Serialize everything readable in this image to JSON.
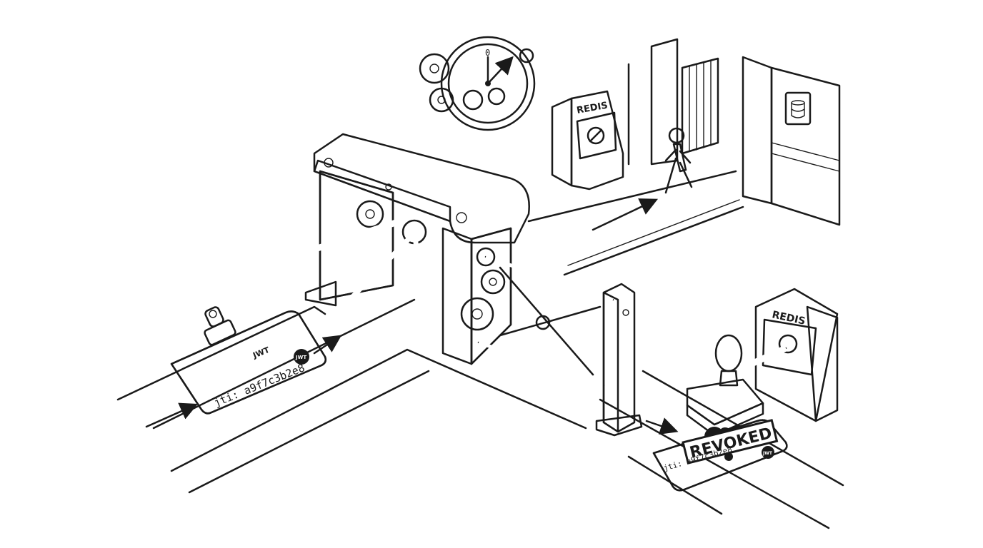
{
  "token_valid": {
    "type_label": "JWT",
    "jti_text": "jti: a9f7c3b2e8",
    "badge_label": "JWT"
  },
  "token_revoked": {
    "jti_text": "jti: a9f7c3b2e8",
    "badge_label": "JWT",
    "stamp_text": "REVOKED"
  },
  "redis_kiosk_allowed": {
    "label": "REDIS"
  },
  "redis_kiosk_revoked": {
    "label": "REDIS"
  },
  "clock": {
    "top_numeral": "0"
  },
  "icons": [
    "clip-icon",
    "clock-icon",
    "gear-icon",
    "prohibited-icon",
    "database-icon",
    "walking-person-icon",
    "rubber-stamp-icon",
    "arrow-icon"
  ]
}
